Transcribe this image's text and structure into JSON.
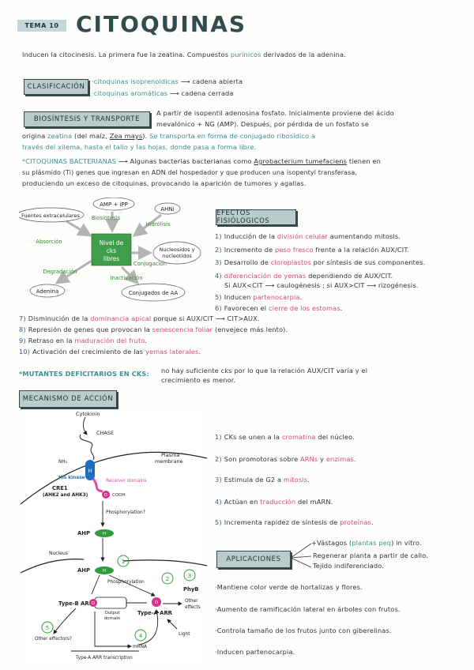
{
  "header": {
    "tema_label": "TEMA 10",
    "title": "CITOQUINAS"
  },
  "intro": {
    "pre": "Inducen la citocinesis. La primera fue la zeatina. Compuestos ",
    "highlight": "purínicos",
    "post": " derivados de la adenina."
  },
  "clasificacion": {
    "label": "CLASIFICACIÓN",
    "items": [
      {
        "name": "·citoquinas isoprenoidicas",
        "arrow": "⟶",
        "result": "cadena abierta"
      },
      {
        "name": "·citoquinas aromáticas",
        "arrow": "⟶",
        "result": "cadena cerrada"
      }
    ]
  },
  "biosintesis": {
    "label": "BIOSÍNTESIS Y TRANSPORTE",
    "line1": "A partir de isopentil adenosina fosfato. Inicialmente proviene del ácido",
    "line2": "mevalónico + NG (AMP). Después, por pérdida de un fosfato se",
    "line3_pre": "origina ",
    "line3_zeatina": "zeatina",
    "line3_mid": " (del maíz, ",
    "line3_zea": "Zea mays",
    "line3_post": "). ",
    "line3_teal": "Se transporta en forma de conjugado ribosídico a",
    "line4_teal": "través del xilema, hasta el tallo y las hojas, donde pasa a forma libre.",
    "bact_label": "*CITOQUINAS BACTERIANAS",
    "bact_arrow": "⟶",
    "bact_text1": " Algunas bacterias bacterianas como ",
    "bact_species": "Agrobacterium tumefaciens",
    "bact_text2": " tienen en",
    "bact_line2": "su plásmido (Ti) genes que ingresan en ADN del hospedador y que producen una isopentyl transferasa,",
    "bact_line3": "produciendo un exceso de citoquinas, provocando la aparición de tumores y agallas."
  },
  "diagram_pool": {
    "amp": "AMP + iPP",
    "ahni": "AHNi",
    "fuentes": "Fuentes extracelulares",
    "biosintesis": "Biosíntesis",
    "hidrolisis": "Hidrólisis",
    "absorcion": "Absorción",
    "center_line1": "Nivel de",
    "center_line2": "cks",
    "center_line3": "libres",
    "nucleotidos_line1": "Nucleosidos y",
    "nucleotidos_line2": "nucleotidos",
    "conjugacion": "Conjugación",
    "degradacion": "Degradación",
    "inactivacion": "Inactivación",
    "adenina": "Adenina",
    "conjugados": "Conjugados de AA"
  },
  "efectos": {
    "label": "EFECTOS FISIÓLOGICOS",
    "items": [
      {
        "n": "1)",
        "pre": "Inducción de la ",
        "hl": "división celular",
        "post": " aumentando mitosis."
      },
      {
        "n": "2)",
        "pre": "Incremento de ",
        "hl": "peso fresco",
        "post": " frente a la relación AUX/CIT."
      },
      {
        "n": "3)",
        "pre": "Desarrollo de ",
        "hl": "cloroplastos",
        "post": " por síntesis de sus componentes."
      },
      {
        "n": "4)",
        "pre": "",
        "hl": "diferenciación de yemas",
        "post": " dependiendo de AUX/CIT."
      },
      {
        "n": "5)",
        "pre": "Inducen ",
        "hl": "partenocarpia",
        "post": "."
      },
      {
        "n": "6)",
        "pre": "Favorecen el ",
        "hl": "cierre de los estomas",
        "post": "."
      },
      {
        "n": "7)",
        "pre": "Disminución de la ",
        "hl": "dominancia apical",
        "post": " porque si AUX/CIT ⟶ CIT>AUX."
      },
      {
        "n": "8)",
        "pre": "Represión de genes que provocan la ",
        "hl": "senescencia foliar",
        "post": " (envejece más lento)."
      },
      {
        "n": "9)",
        "pre": "Retraso en la ",
        "hl": "maduración del fruto",
        "post": "."
      },
      {
        "n": "10)",
        "pre": "Activación del crecimiento de las ",
        "hl": "yemas laterales",
        "post": "."
      }
    ],
    "item4_sub": "Si AUX<CIT ⟶ caulogénesis ; si AUX>CIT ⟶ rizogénesis."
  },
  "mutantes": {
    "label": "*MUTANTES DEFICITARIOS EN CKS:",
    "line1": "no hay suficiente cks por lo que la relación AUX/CIT varía y el",
    "line2": "crecimiento es menor."
  },
  "mecanismo": {
    "label": "MECANISMO DE ACCIÓN",
    "figure": {
      "cytokinin": "Cytokinin",
      "chase": "CHASE",
      "plasma": "Plasma",
      "membrane": "membrane",
      "nh2": "NH₂",
      "his_kinase": "His kinase",
      "h": "H",
      "receiver": "Receiver domains",
      "d": "D",
      "cooh": "COOH",
      "cre1": "CRE1",
      "ahk": "(AHK2 and AHK3)",
      "phosph_q": "Phosphorylation?",
      "ahp": "AHP",
      "nucleus": "Nucleus",
      "phosph": "Phosphorylation",
      "phyb": "PhyB",
      "typeb": "Type-B ARR",
      "output1": "Output",
      "output2": "domain",
      "typea": "Type-A ARR",
      "other1": "Other",
      "other2": "effects",
      "light": "Light",
      "other_eff": "Other effectors?",
      "mrna": "mRNA",
      "transcription": "Type-A ARR transcription",
      "c1": "1",
      "c2": "2",
      "c3": "3",
      "c4": "4",
      "c5": "5"
    },
    "items": [
      {
        "n": "1)",
        "pre": "CKs se unen a la ",
        "hl": "cromatina",
        "post": " del núcleo."
      },
      {
        "n": "2)",
        "pre": "Son promotoras sobre ",
        "hl": "ARNs",
        "post": " y ",
        "hl2": "enzimas",
        "post2": "."
      },
      {
        "n": "3)",
        "pre": "Estimula de G2 a ",
        "hl": "mitosis",
        "post": "."
      },
      {
        "n": "4)",
        "pre": "Actúan en ",
        "hl": "traducción",
        "post": " del mARN."
      },
      {
        "n": "5)",
        "pre": "Incrementa rapidez de síntesis de ",
        "hl": "proteínas",
        "post": "."
      }
    ]
  },
  "aplicaciones": {
    "label": "APLICACIONES",
    "branches": [
      {
        "pre": "+Vástagos (",
        "hl": "plantas peq",
        "post": ") in vitro."
      },
      {
        "pre": "Regenerar planta a partir de callo.",
        "hl": "",
        "post": ""
      },
      {
        "pre": "Tejido indiferenciado.",
        "hl": "",
        "post": ""
      }
    ],
    "items": [
      "·Mantiene color verde de hortalizas y flores.",
      "·Aumento de ramificación lateral en árboles con frutos.",
      "·Controla tamaño de los frutos junto con giberelinas.",
      "·Inducen partenocarpia."
    ]
  },
  "colors": {
    "teal": "#3f8f8e",
    "pink": "#d84a74",
    "tag_bg": "#b9cccb",
    "ink": "#34484a"
  }
}
